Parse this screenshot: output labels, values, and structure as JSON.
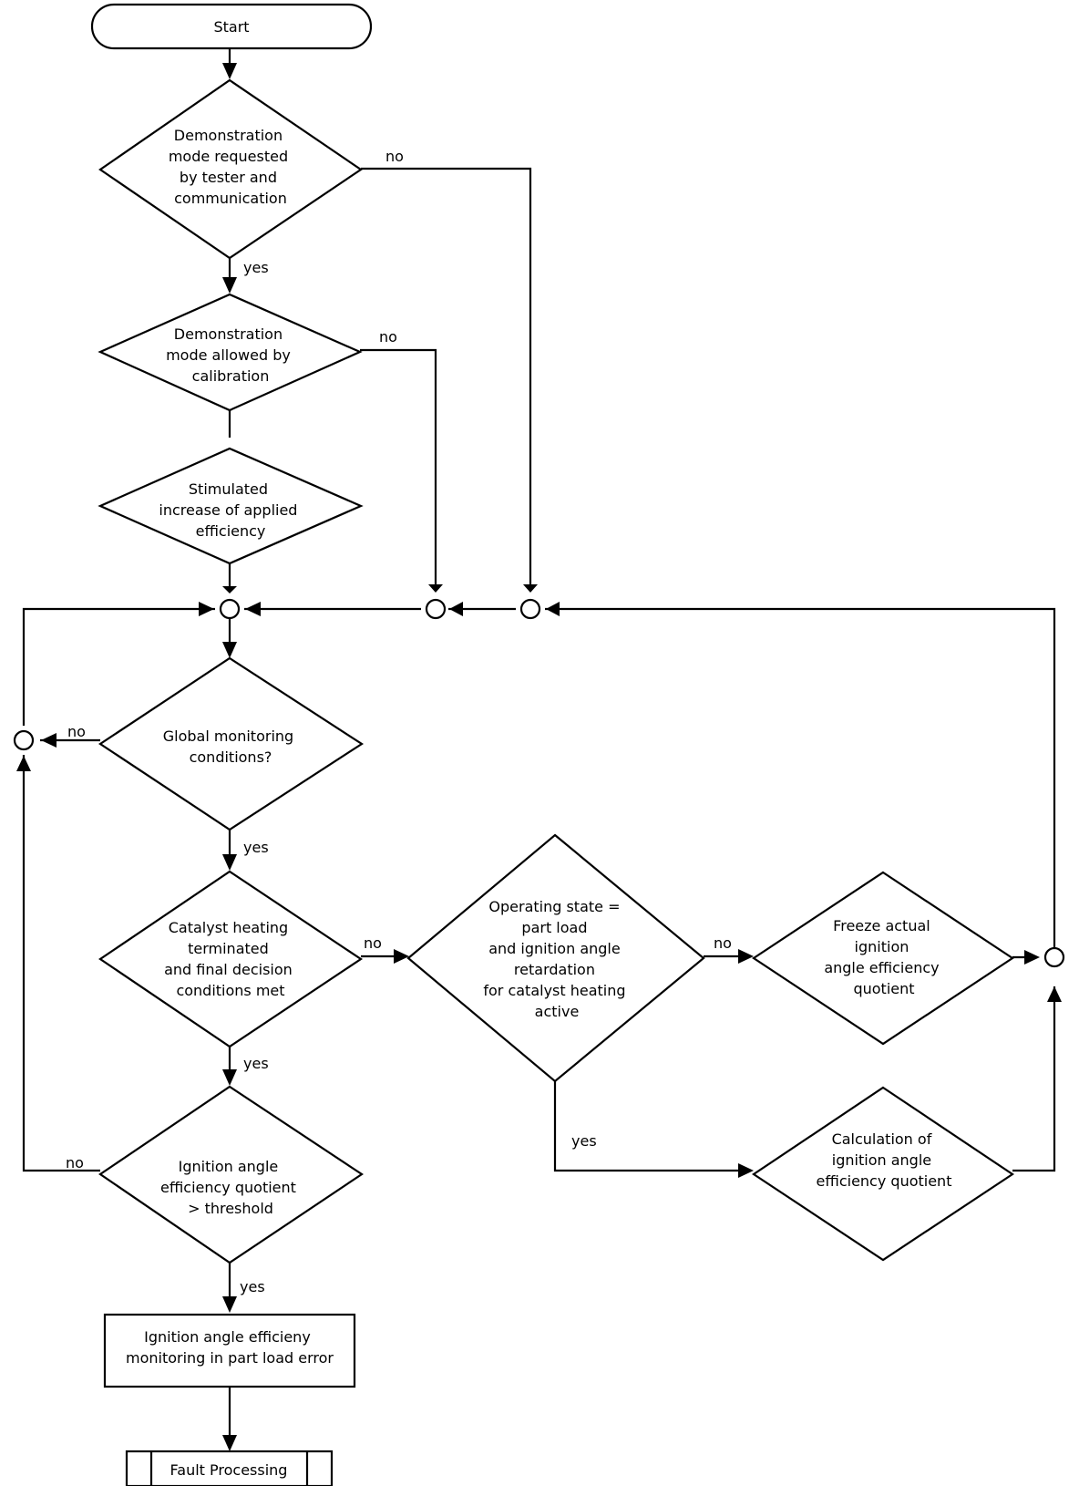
{
  "nodes": {
    "start": "Start",
    "demo_requested": [
      "Demonstration",
      "mode requested",
      "by tester  and",
      "communication"
    ],
    "demo_allowed": [
      "Demonstration",
      "mode allowed by",
      "calibration"
    ],
    "stimulated": [
      "Stimulated",
      "increase of applied",
      "efficiency"
    ],
    "global_conditions": [
      "Global monitoring",
      "conditions?"
    ],
    "catalyst_heating": [
      "Catalyst heating",
      "terminated",
      "and final decision",
      "conditions met"
    ],
    "operating_state": [
      "Operating state =",
      "part load",
      "and ignition angle",
      "retardation",
      "for catalyst heating",
      "active"
    ],
    "freeze": [
      "Freeze actual",
      "ignition",
      "angle efficiency",
      "quotient"
    ],
    "calculation": [
      "Calculation of",
      "ignition angle",
      "efficiency quotient"
    ],
    "threshold": [
      "Ignition angle",
      "efficiency quotient",
      "> threshold"
    ],
    "error_box": [
      "Ignition angle efficieny",
      "monitoring in part load error"
    ],
    "fault": "Fault Processing"
  },
  "labels": {
    "no": "no",
    "yes": "yes"
  }
}
